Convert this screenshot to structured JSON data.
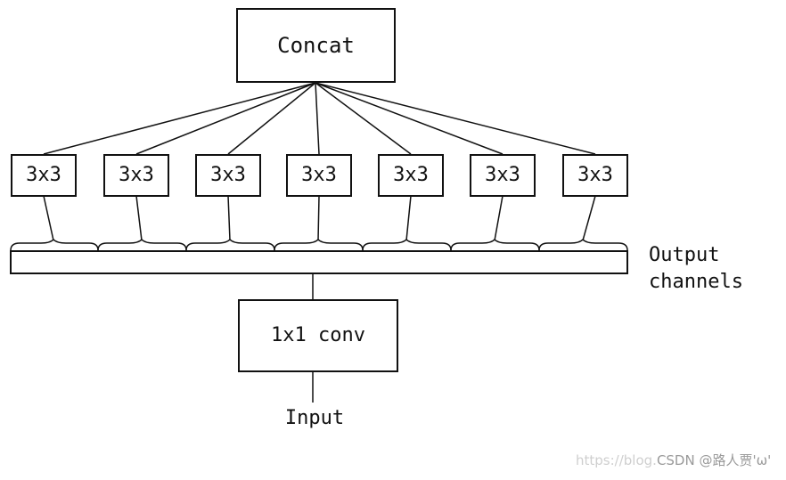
{
  "diagram": {
    "top_node": "Concat",
    "branch_label": "3x3",
    "branch_count": 7,
    "conv_node": "1x1 conv",
    "output_label_line1": "Output",
    "output_label_line2": "channels",
    "input_label": "Input"
  },
  "watermark": {
    "text": "https://blog.CSDN @路人贾'ω'",
    "faint_part": "https://blog.",
    "main_part": "CSDN @路人贾'ω'"
  },
  "colors": {
    "stroke": "#111111",
    "background": "#ffffff",
    "watermark_faint": "#cfcfcf",
    "watermark_main": "#9a9a9a"
  }
}
